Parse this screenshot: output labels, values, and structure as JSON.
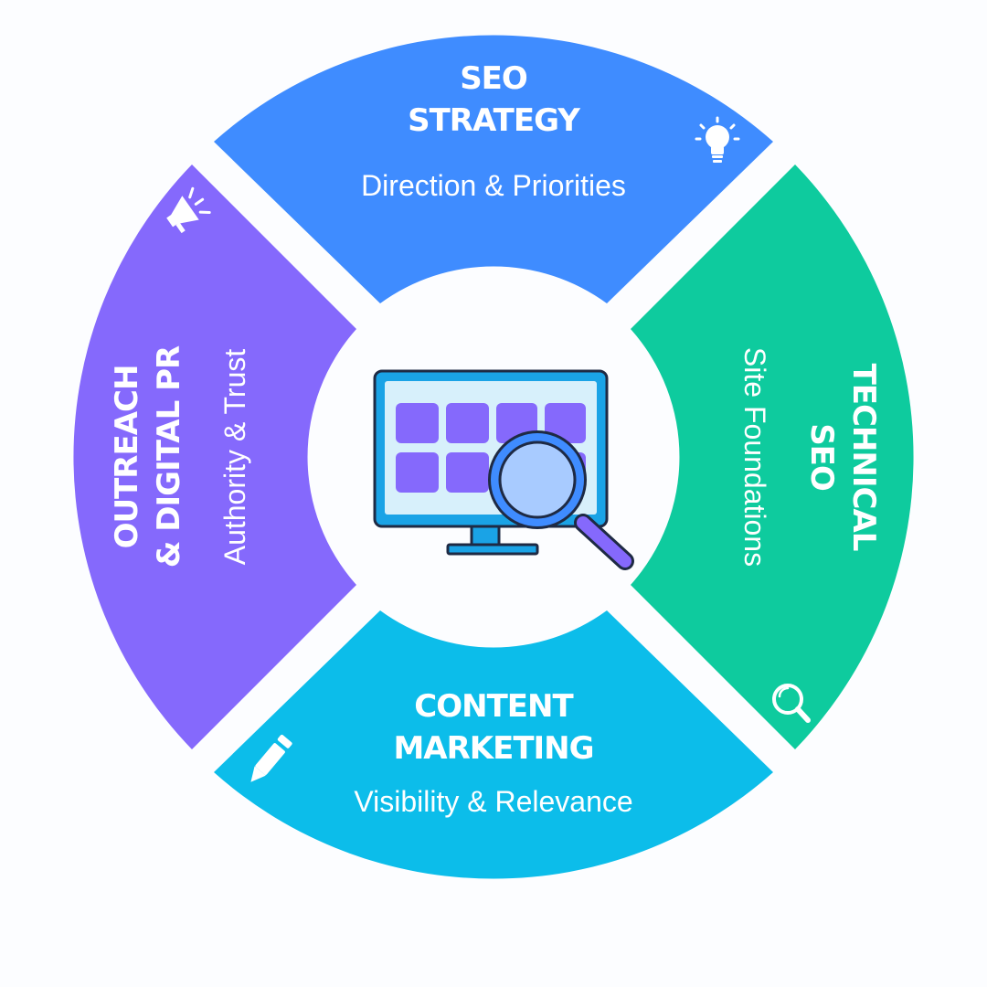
{
  "diagram": {
    "center_icon": "monitor-with-magnifier-icon",
    "colors": {
      "strategy": "#3f8cff",
      "technical": "#0ecb9e",
      "content": "#0cbdea",
      "outreach": "#8569fc",
      "center_bg": "#ffffff",
      "outline": "#1e2a44"
    },
    "segments": {
      "strategy": {
        "title_line1": "SEO",
        "title_line2": "STRATEGY",
        "subtitle": "Direction & Priorities",
        "icon": "lightbulb-icon"
      },
      "technical": {
        "title_line1": "TECHNICAL",
        "title_line2": "SEO",
        "subtitle": "Site Foundations",
        "icon": "search-icon"
      },
      "content": {
        "title_line1": "CONTENT",
        "title_line2": "MARKETING",
        "subtitle": "Visibility & Relevance",
        "icon": "pencil-icon"
      },
      "outreach": {
        "title_line1": "OUTREACH",
        "title_line2": "& DIGITAL PR",
        "subtitle": "Authority & Trust",
        "icon": "megaphone-icon"
      }
    }
  }
}
